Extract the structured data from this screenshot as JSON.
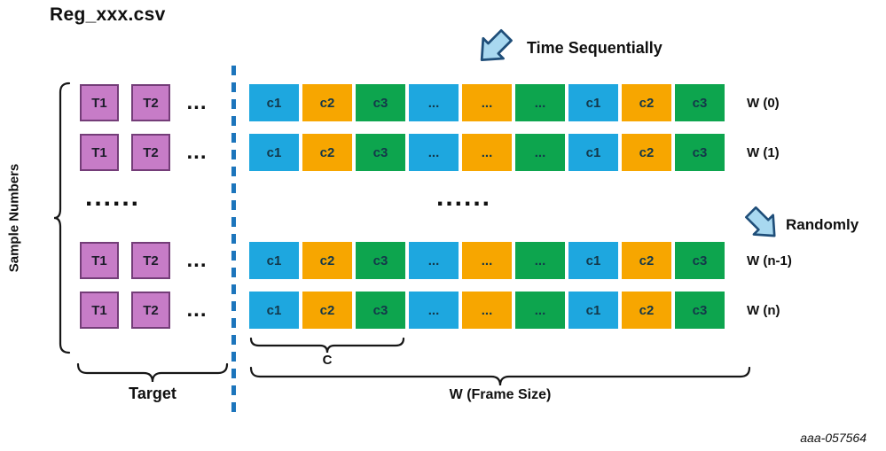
{
  "title": "Reg_xxx.csv",
  "watermark": "aaa-057564",
  "annotations": {
    "sample_numbers": "Sample Numbers",
    "time_sequentially": "Time Sequentially",
    "randomly": "Randomly",
    "target": "Target",
    "c_label": "C",
    "frame_label": "W (Frame Size)",
    "left_ellipsis": "......",
    "center_ellipsis": "......"
  },
  "colors": {
    "cyan": "#1EA7DF",
    "orange": "#F7A600",
    "green": "#0DA54E",
    "purple": "#C77CC7",
    "purple_border": "#743D78",
    "cell_text": "#14384A",
    "dash_blue": "#1C75BC",
    "arrow_fill": "#A8D8F0",
    "arrow_stroke": "#1F4E79"
  },
  "target_labels": [
    "T1",
    "T2"
  ],
  "target_ellipsis": "...",
  "cell_pattern": [
    {
      "label": "c1",
      "color": "cyan"
    },
    {
      "label": "c2",
      "color": "orange"
    },
    {
      "label": "c3",
      "color": "green"
    },
    {
      "label": "...",
      "color": "cyan"
    },
    {
      "label": "...",
      "color": "orange"
    },
    {
      "label": "...",
      "color": "green"
    },
    {
      "label": "c1",
      "color": "cyan"
    },
    {
      "label": "c2",
      "color": "orange"
    },
    {
      "label": "c3",
      "color": "green"
    }
  ],
  "rows": [
    {
      "w_label": "W (0)"
    },
    {
      "w_label": "W (1)"
    },
    {
      "w_label": "W (n-1)"
    },
    {
      "w_label": "W (n)"
    }
  ]
}
